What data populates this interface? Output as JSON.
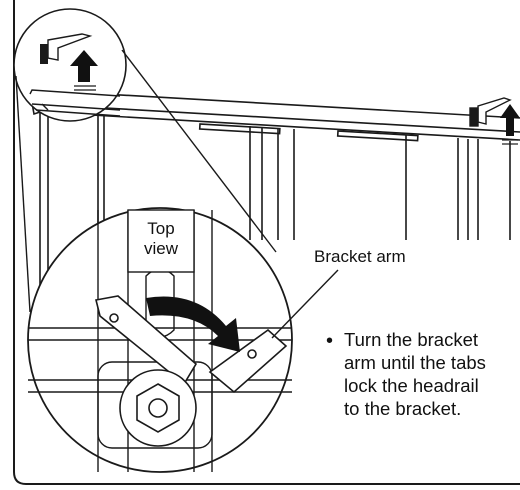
{
  "labels": {
    "top_view_line1": "Top",
    "top_view_line2": "view",
    "bracket_arm": "Bracket arm"
  },
  "instruction": {
    "bullet": "•",
    "lines": [
      "Turn the bracket",
      "arm until the tabs",
      "lock the headrail",
      "to the bracket."
    ]
  },
  "colors": {
    "line": "#1a1a1a",
    "fill_white": "#ffffff",
    "arrow": "#111111"
  },
  "icons": {
    "up_arrow": "up-arrow-icon",
    "rotate_arrow": "curved-rotation-arrow-icon"
  }
}
